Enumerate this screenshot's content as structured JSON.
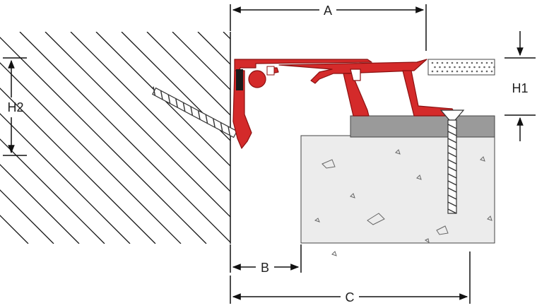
{
  "dimensions": {
    "a": "A",
    "b": "B",
    "c": "C",
    "h1": "H1",
    "h2": "H2"
  },
  "colors": {
    "profile": "#d42a2a",
    "profile_stroke": "#8b1010",
    "concrete": "#ececec",
    "screed": "#9a9a9a",
    "line": "#111111",
    "hatch": "#111111"
  }
}
